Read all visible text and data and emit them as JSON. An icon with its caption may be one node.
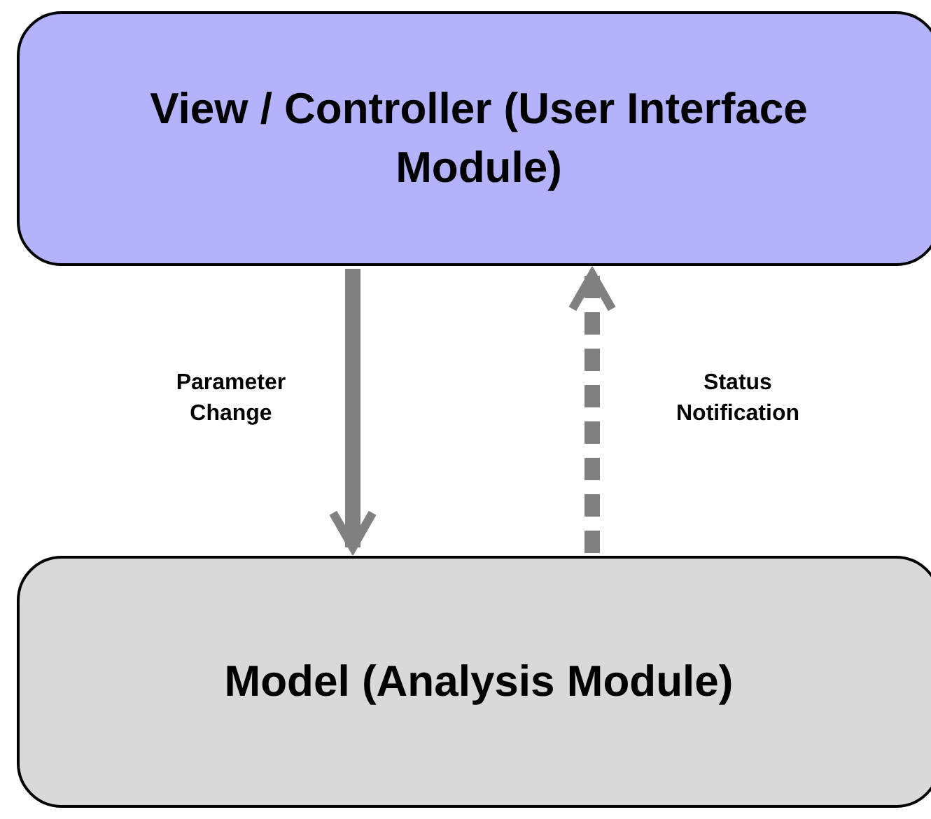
{
  "diagram": {
    "nodes": [
      {
        "text": [
          "View / Controller (User Interface Module)"
        ]
      },
      {
        "text": [
          "Model (Analysis Module)"
        ]
      }
    ],
    "edges": [
      {
        "from": 0,
        "to": 1,
        "arrow": "to",
        "label": "Parameter Change"
      },
      {
        "from": 1,
        "to": 0,
        "arrow": "to",
        "label": "Status Notification",
        "style": "dashed"
      }
    ]
  }
}
